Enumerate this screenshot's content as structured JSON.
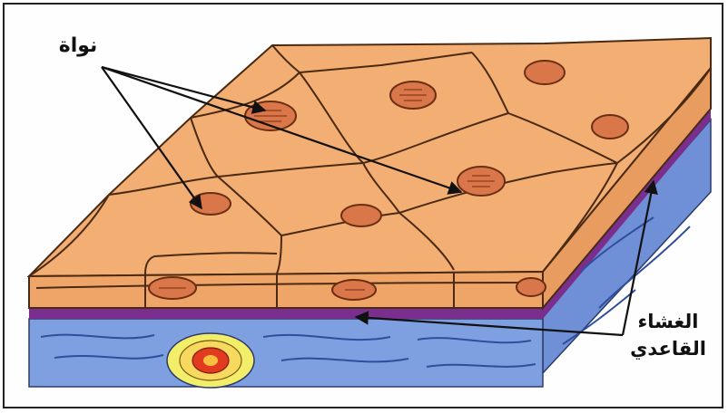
{
  "labels": {
    "nucleus": "نواة",
    "basement_membrane_line1": "الغشاء",
    "basement_membrane_line2": "القاعدي"
  },
  "colors": {
    "cell_fill": "#F3AE74",
    "cell_side": "#EFA568",
    "cell_border": "#4a2a12",
    "nucleus_fill": "#D9774A",
    "basement_membrane": "#7A2F8F",
    "connective_tissue": "#7E9FE0",
    "fiber": "#2F4E9B",
    "vessel_outer": "#F2EE6A",
    "vessel_inner": "#E23A1E",
    "arrow": "#111111"
  },
  "icons": {
    "arrowhead": "arrowhead-icon"
  }
}
